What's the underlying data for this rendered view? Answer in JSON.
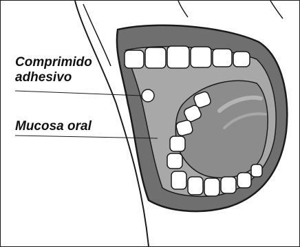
{
  "labels": {
    "tablet_line1": "Comprimido",
    "tablet_line2": "adhesivo",
    "mucosa": "Mucosa oral"
  },
  "colors": {
    "outline": "#1a1a1a",
    "lip_outer": "#6f6f6f",
    "mouth_inner": "#a8a8a8",
    "tongue": "#8c8c8c",
    "teeth": "#ffffff",
    "tablet": "#ffffff"
  }
}
